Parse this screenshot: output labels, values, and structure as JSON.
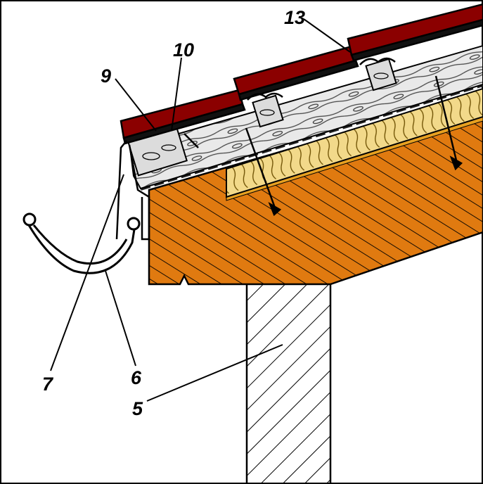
{
  "colors": {
    "tile": "#8b0000",
    "timber": "#e07a10",
    "insulation": "#f2d98a",
    "membrane": "#222222",
    "foil": "#e7a020",
    "wall_fill": "#ffffff",
    "line": "#000000"
  },
  "callouts": {
    "c13": "13",
    "c10": "10",
    "c9": "9",
    "c7": "7",
    "c6": "6",
    "c5": "5"
  }
}
